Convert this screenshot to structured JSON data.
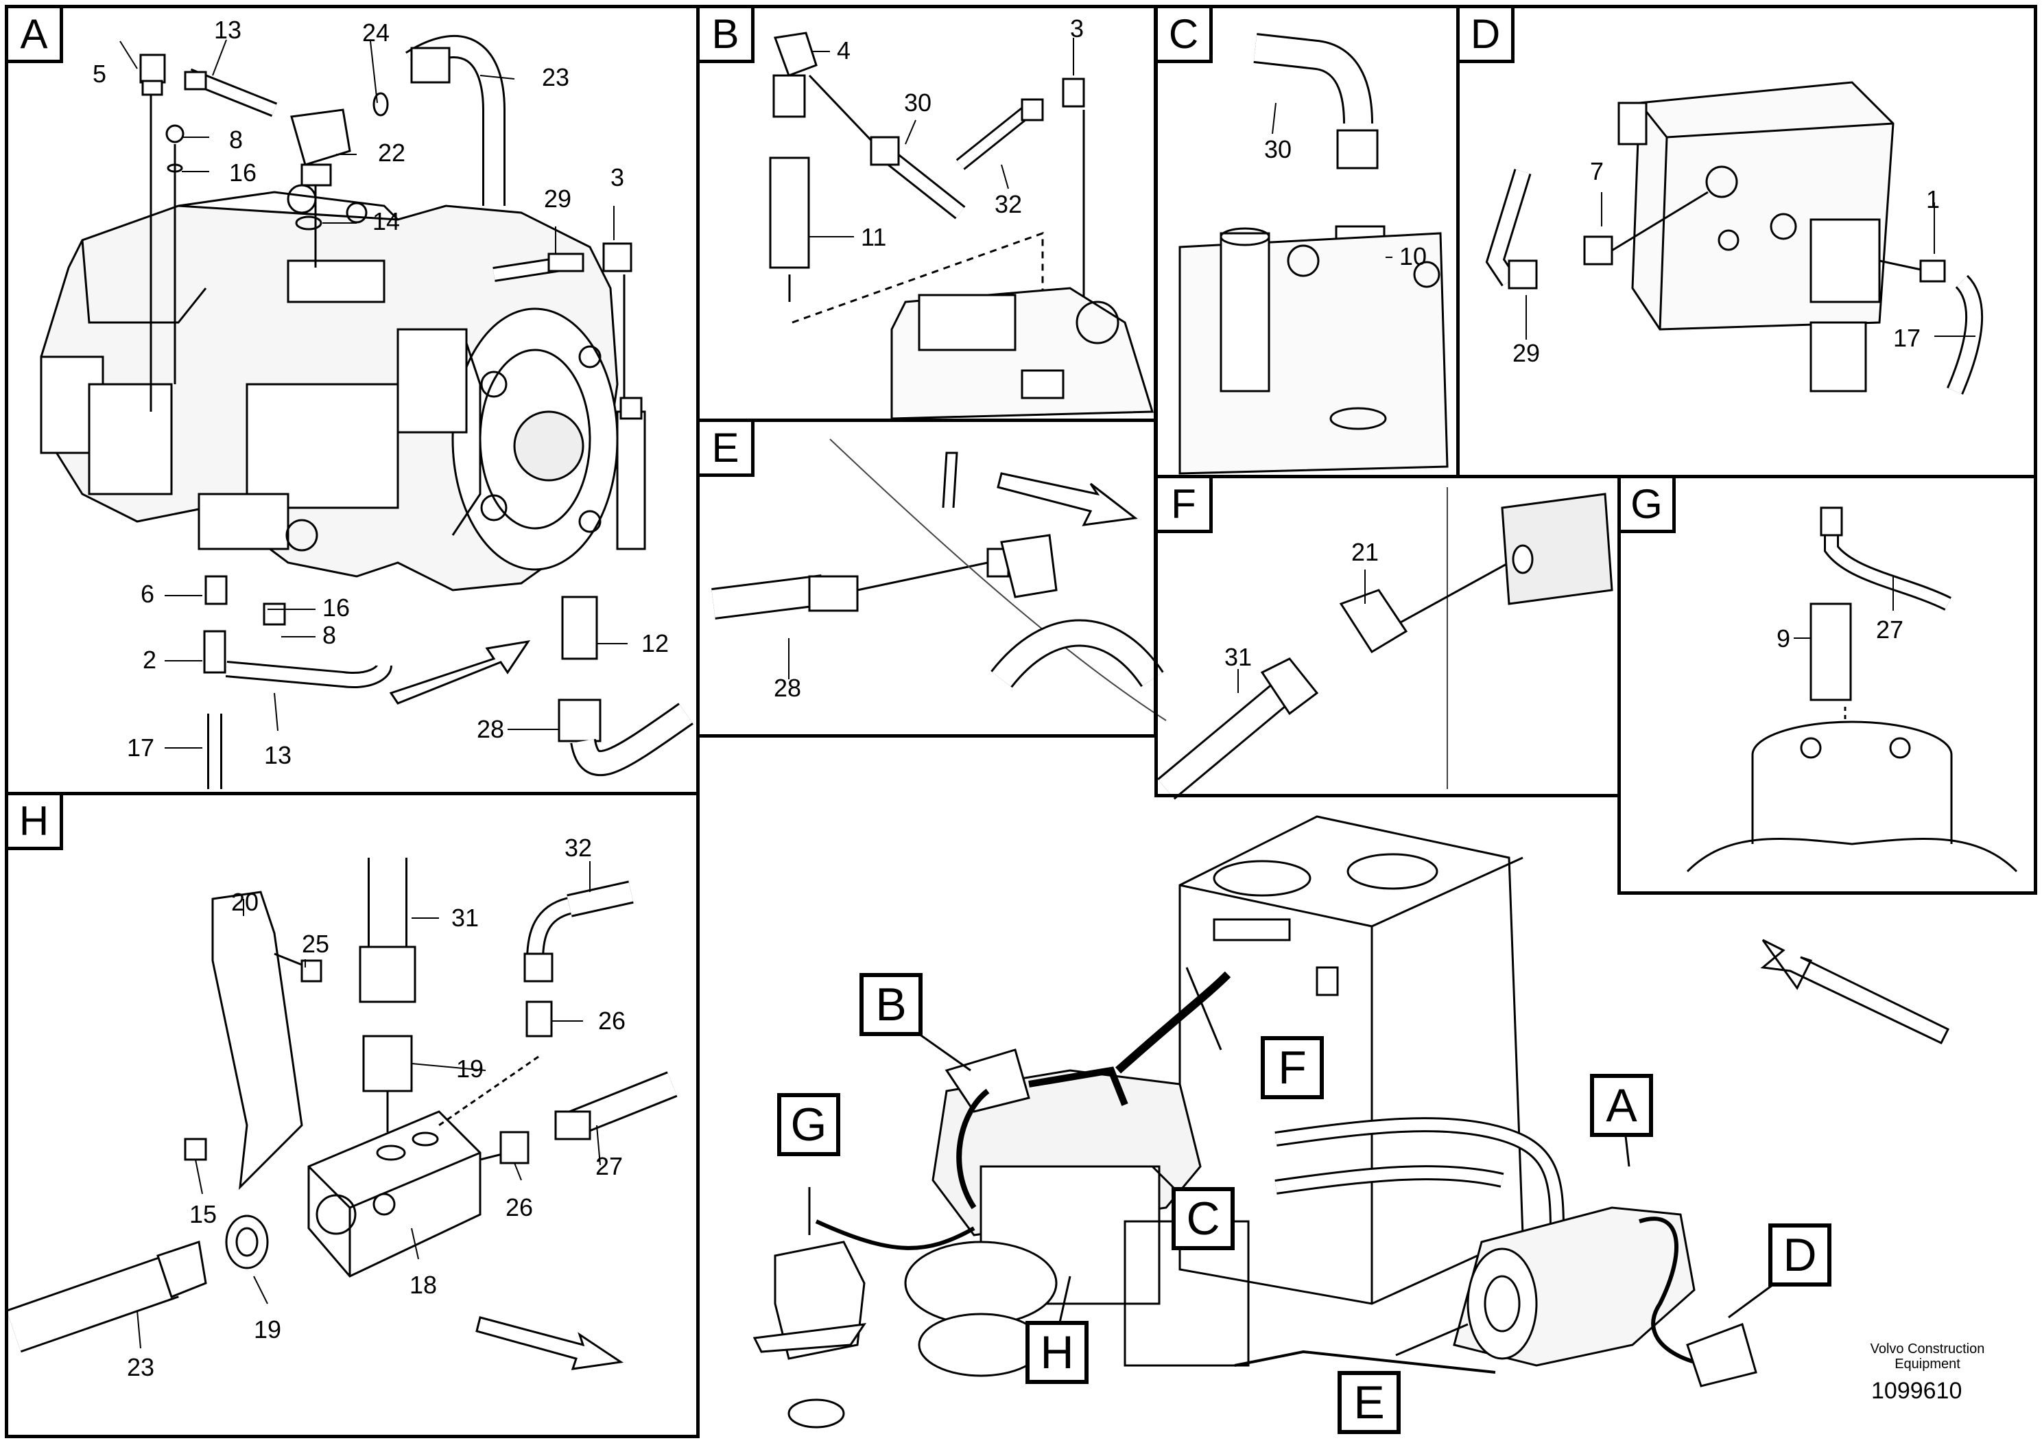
{
  "panels": {
    "A": {
      "label": "A",
      "callouts": [
        "13",
        "5",
        "24",
        "23",
        "8",
        "16",
        "22",
        "14",
        "29",
        "3",
        "6",
        "16",
        "8",
        "2",
        "12",
        "17",
        "13",
        "28"
      ]
    },
    "B": {
      "label": "B",
      "callouts": [
        "4",
        "3",
        "30",
        "32",
        "11"
      ]
    },
    "C": {
      "label": "C",
      "callouts": [
        "30",
        "10"
      ]
    },
    "D": {
      "label": "D",
      "callouts": [
        "7",
        "1",
        "29",
        "17"
      ]
    },
    "E": {
      "label": "E",
      "callouts": [
        "28"
      ]
    },
    "F": {
      "label": "F",
      "callouts": [
        "21",
        "31"
      ]
    },
    "G": {
      "label": "G",
      "callouts": [
        "9",
        "27"
      ]
    },
    "H": {
      "label": "H",
      "callouts": [
        "32",
        "20",
        "31",
        "25",
        "26",
        "19",
        "15",
        "26",
        "27",
        "18",
        "23",
        "19"
      ]
    }
  },
  "overview_callouts": [
    "B",
    "F",
    "G",
    "C",
    "H",
    "A",
    "D",
    "E"
  ],
  "brand": {
    "line1": "Volvo Construction",
    "line2": "Equipment"
  },
  "doc_number": "1099610"
}
